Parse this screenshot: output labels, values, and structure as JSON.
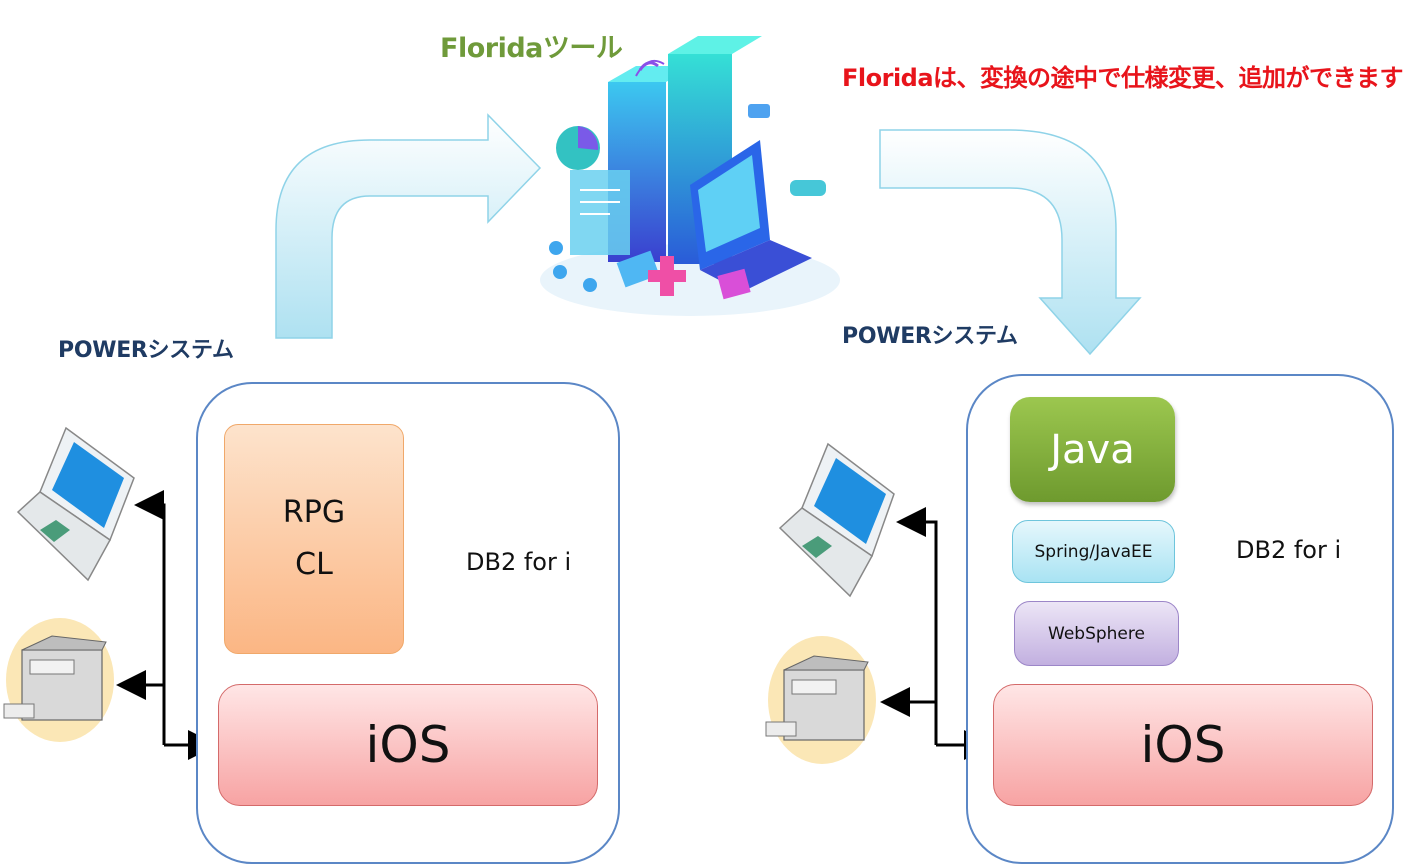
{
  "header": {
    "tool_title": "Floridaツール",
    "note": "Floridaは、変換の途中で仕様変更、追加ができます"
  },
  "left_system": {
    "label": "POWERシステム",
    "app_line1": "RPG",
    "app_line2": "CL",
    "database": "DB2 for i",
    "os": "iOS"
  },
  "right_system": {
    "label": "POWERシステム",
    "language": "Java",
    "framework": "Spring/JavaEE",
    "server": "WebSphere",
    "database": "DB2 for i",
    "os": "iOS"
  },
  "colors": {
    "title_green": "#6f9a3a",
    "note_red": "#e8141b",
    "label_navy": "#1f3b63",
    "container_border": "#5b87c6",
    "arrow_fill": "#bfe8f5"
  },
  "icons": [
    "laptop-icon",
    "printer-icon",
    "data-analytics-illustration"
  ]
}
